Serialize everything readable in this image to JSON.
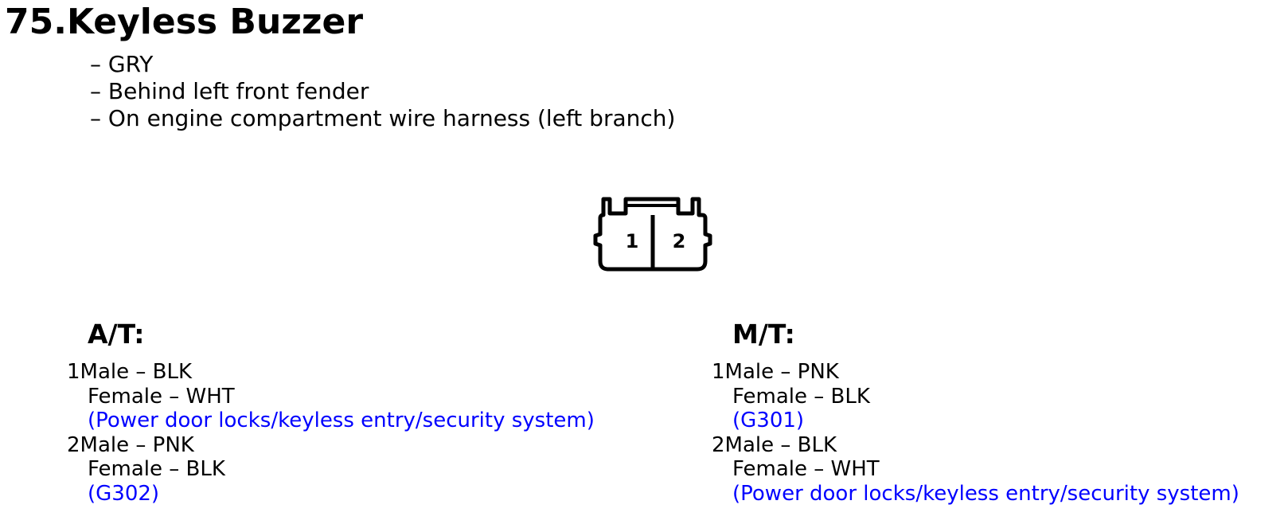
{
  "header": {
    "title": "75.Keyless Buzzer"
  },
  "bullets": [
    "– GRY",
    "– Behind left front fender",
    "– On engine compartment wire harness (left branch)"
  ],
  "connector": {
    "pins": [
      "1",
      "2"
    ]
  },
  "columns": [
    {
      "heading": "A/T:",
      "pins": [
        {
          "male": "1Male – BLK",
          "female": "Female – WHT",
          "note": "(Power door locks/keyless entry/security system)"
        },
        {
          "male": "2Male – PNK",
          "female": "Female – BLK",
          "note": "(G302)"
        }
      ]
    },
    {
      "heading": "M/T:",
      "pins": [
        {
          "male": "1Male – PNK",
          "female": "Female – BLK",
          "note": "(G301)"
        },
        {
          "male": "2Male – BLK",
          "female": "Female – WHT",
          "note": "(Power door locks/keyless entry/security system)"
        }
      ]
    }
  ],
  "colors": {
    "link": "#0000ff",
    "text": "#000000"
  }
}
